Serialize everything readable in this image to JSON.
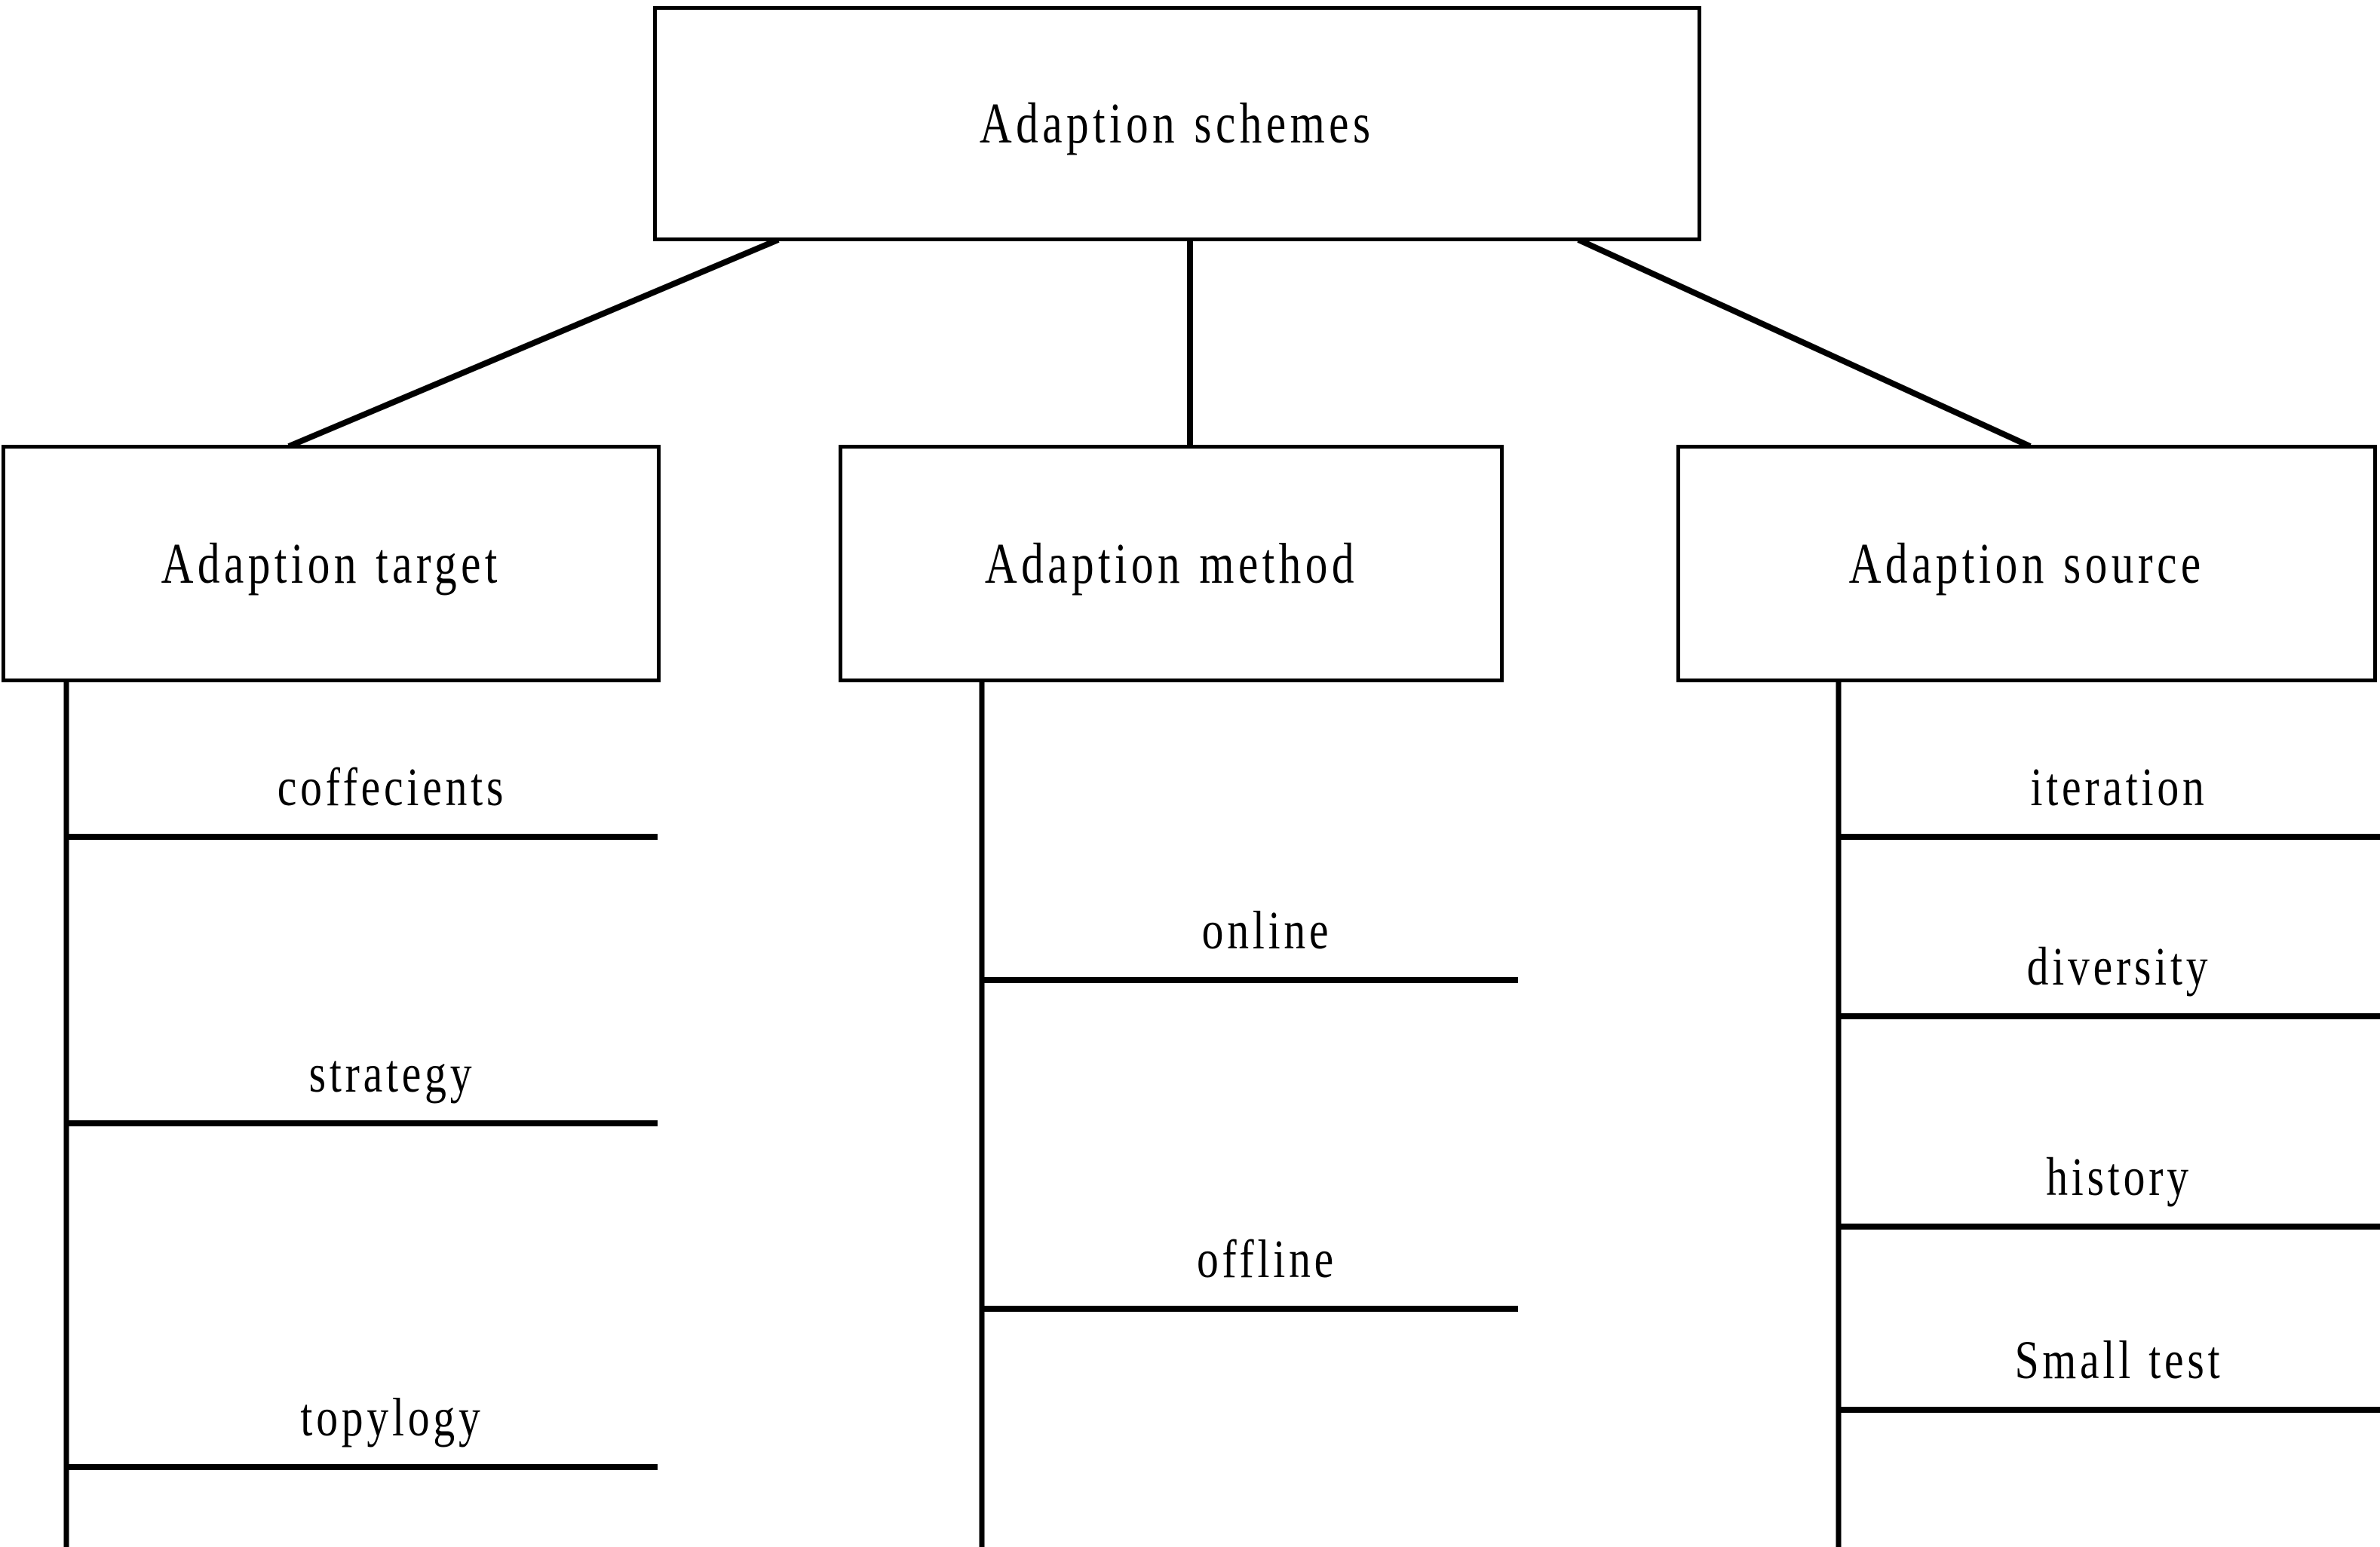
{
  "diagram": {
    "title": "Adaption schemes",
    "type": "tree",
    "root": {
      "label": "Adaption schemes"
    },
    "branches": [
      {
        "id": "adaption-target",
        "label": "Adaption target",
        "leaves": [
          {
            "label": "coffecients"
          },
          {
            "label": "strategy"
          },
          {
            "label": "topylogy"
          }
        ]
      },
      {
        "id": "adaption-method",
        "label": "Adaption method",
        "leaves": [
          {
            "label": "online"
          },
          {
            "label": "offline"
          }
        ]
      },
      {
        "id": "adaption-source",
        "label": "Adaption source",
        "leaves": [
          {
            "label": "iteration"
          },
          {
            "label": "diversity"
          },
          {
            "label": "history"
          },
          {
            "label": "Small test"
          }
        ]
      }
    ],
    "colors": {
      "stroke": "#000000",
      "background": "#ffffff",
      "text": "#000000"
    }
  }
}
